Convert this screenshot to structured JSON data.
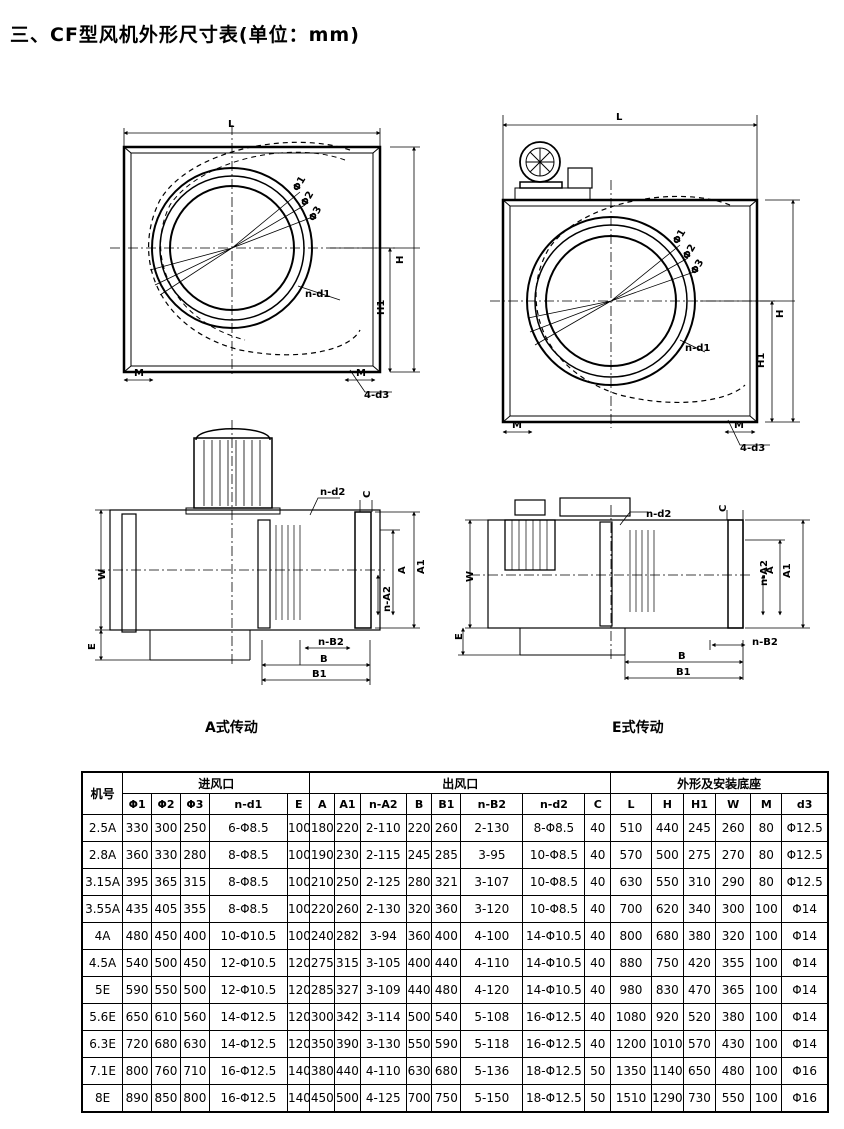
{
  "title": "三、CF型风机外形尺寸表(单位：mm)",
  "figure_labels": {
    "L": "L",
    "H": "H",
    "H1": "H1",
    "M": "M",
    "d3": "4-d3",
    "nd1": "n-d1",
    "phi1": "Φ1",
    "phi2": "Φ2",
    "phi3": "Φ3",
    "nd2": "n-d2",
    "C": "C",
    "W": "W",
    "E": "E",
    "A": "A",
    "A1": "A1",
    "nA2": "n-A2",
    "B": "B",
    "B1": "B1",
    "nB2": "n-B2"
  },
  "captions": {
    "a_drive": "A式传动",
    "e_drive": "E式传动"
  },
  "table": {
    "model_header": "机号",
    "groups": [
      "进风口",
      "出风口",
      "外形及安装底座"
    ],
    "columns": [
      "Φ1",
      "Φ2",
      "Φ3",
      "n-d1",
      "E",
      "A",
      "A1",
      "n-A2",
      "B",
      "B1",
      "n-B2",
      "n-d2",
      "C",
      "L",
      "H",
      "H1",
      "W",
      "M",
      "d3"
    ],
    "rows": [
      [
        "2.5A",
        "330",
        "300",
        "250",
        "6-Φ8.5",
        "100",
        "180",
        "220",
        "2-110",
        "220",
        "260",
        "2-130",
        "8-Φ8.5",
        "40",
        "510",
        "440",
        "245",
        "260",
        "80",
        "Φ12.5"
      ],
      [
        "2.8A",
        "360",
        "330",
        "280",
        "8-Φ8.5",
        "100",
        "190",
        "230",
        "2-115",
        "245",
        "285",
        "3-95",
        "10-Φ8.5",
        "40",
        "570",
        "500",
        "275",
        "270",
        "80",
        "Φ12.5"
      ],
      [
        "3.15A",
        "395",
        "365",
        "315",
        "8-Φ8.5",
        "100",
        "210",
        "250",
        "2-125",
        "280",
        "321",
        "3-107",
        "10-Φ8.5",
        "40",
        "630",
        "550",
        "310",
        "290",
        "80",
        "Φ12.5"
      ],
      [
        "3.55A",
        "435",
        "405",
        "355",
        "8-Φ8.5",
        "100",
        "220",
        "260",
        "2-130",
        "320",
        "360",
        "3-120",
        "10-Φ8.5",
        "40",
        "700",
        "620",
        "340",
        "300",
        "100",
        "Φ14"
      ],
      [
        "4A",
        "480",
        "450",
        "400",
        "10-Φ10.5",
        "100",
        "240",
        "282",
        "3-94",
        "360",
        "400",
        "4-100",
        "14-Φ10.5",
        "40",
        "800",
        "680",
        "380",
        "320",
        "100",
        "Φ14"
      ],
      [
        "4.5A",
        "540",
        "500",
        "450",
        "12-Φ10.5",
        "120",
        "275",
        "315",
        "3-105",
        "400",
        "440",
        "4-110",
        "14-Φ10.5",
        "40",
        "880",
        "750",
        "420",
        "355",
        "100",
        "Φ14"
      ],
      [
        "5E",
        "590",
        "550",
        "500",
        "12-Φ10.5",
        "120",
        "285",
        "327",
        "3-109",
        "440",
        "480",
        "4-120",
        "14-Φ10.5",
        "40",
        "980",
        "830",
        "470",
        "365",
        "100",
        "Φ14"
      ],
      [
        "5.6E",
        "650",
        "610",
        "560",
        "14-Φ12.5",
        "120",
        "300",
        "342",
        "3-114",
        "500",
        "540",
        "5-108",
        "16-Φ12.5",
        "40",
        "1080",
        "920",
        "520",
        "380",
        "100",
        "Φ14"
      ],
      [
        "6.3E",
        "720",
        "680",
        "630",
        "14-Φ12.5",
        "120",
        "350",
        "390",
        "3-130",
        "550",
        "590",
        "5-118",
        "16-Φ12.5",
        "40",
        "1200",
        "1010",
        "570",
        "430",
        "100",
        "Φ14"
      ],
      [
        "7.1E",
        "800",
        "760",
        "710",
        "16-Φ12.5",
        "140",
        "380",
        "440",
        "4-110",
        "630",
        "680",
        "5-136",
        "18-Φ12.5",
        "50",
        "1350",
        "1140",
        "650",
        "480",
        "100",
        "Φ16"
      ],
      [
        "8E",
        "890",
        "850",
        "800",
        "16-Φ12.5",
        "140",
        "450",
        "500",
        "4-125",
        "700",
        "750",
        "5-150",
        "18-Φ12.5",
        "50",
        "1510",
        "1290",
        "730",
        "550",
        "100",
        "Φ16"
      ]
    ]
  }
}
